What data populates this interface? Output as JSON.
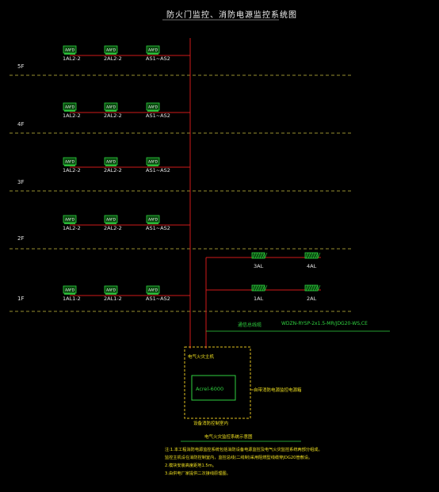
{
  "title": "防火门监控、消防电源监控系统图",
  "box_label": "AAFD",
  "floors": [
    {
      "name": "5F",
      "devices": [
        "1AL2-2",
        "2AL2-2",
        "AS1~AS2"
      ]
    },
    {
      "name": "4F",
      "devices": [
        "1AL2-2",
        "2AL2-2",
        "AS1~AS2"
      ]
    },
    {
      "name": "3F",
      "devices": [
        "1AL2-2",
        "2AL2-2",
        "AS1~AS2"
      ]
    },
    {
      "name": "2F",
      "devices": [
        "1AL2-2",
        "2AL2-2",
        "AS1~AS2"
      ]
    },
    {
      "name": "1F",
      "devices": [
        "1AL1-2",
        "2AL1-2",
        "AS1~AS2"
      ]
    }
  ],
  "panels_top": [
    "3AL",
    "4AL"
  ],
  "panels_bottom": [
    "1AL",
    "2AL"
  ],
  "bus_label": "通信总线缆",
  "cable_spec": "WDZN-RYSP-2x1.5-MR/JDG20-WS,CE",
  "host_label": "电气火灾主机",
  "host_model": "Acrel-6000",
  "side_label": "自带消防电源监控电源箱",
  "box_bottom_label": "设备消防控制室内",
  "sub_caption": "电气火灾监控系统示意图",
  "notes": [
    "注:1.本工程消防电源监控系统包括消防设备电源监控及电气火灾监控系统两部分组成。",
    "   监控主机设在消防控制室内，监控总线(二线制)采用阻燃型线缆穿JDG20管敷设。",
    "   2.模块安装高度距地1.5m。",
    "   3.由供电厂家提供二次接线原理图。"
  ]
}
